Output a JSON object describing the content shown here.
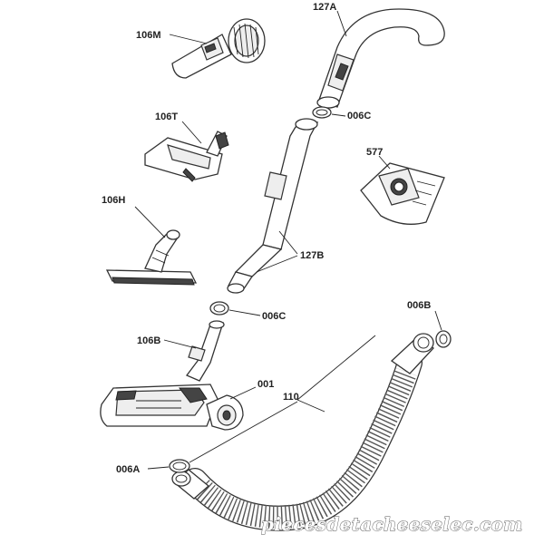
{
  "labels": {
    "l106M": "106M",
    "l127A": "127A",
    "l006C_top": "006C",
    "l106T": "106T",
    "l577": "577",
    "l106H": "106H",
    "l127B": "127B",
    "l006C_mid": "006C",
    "l106B": "106B",
    "l001": "001",
    "l110": "110",
    "l006B": "006B",
    "l006A": "006A"
  },
  "watermark": "piecesdetacheeselec.com"
}
